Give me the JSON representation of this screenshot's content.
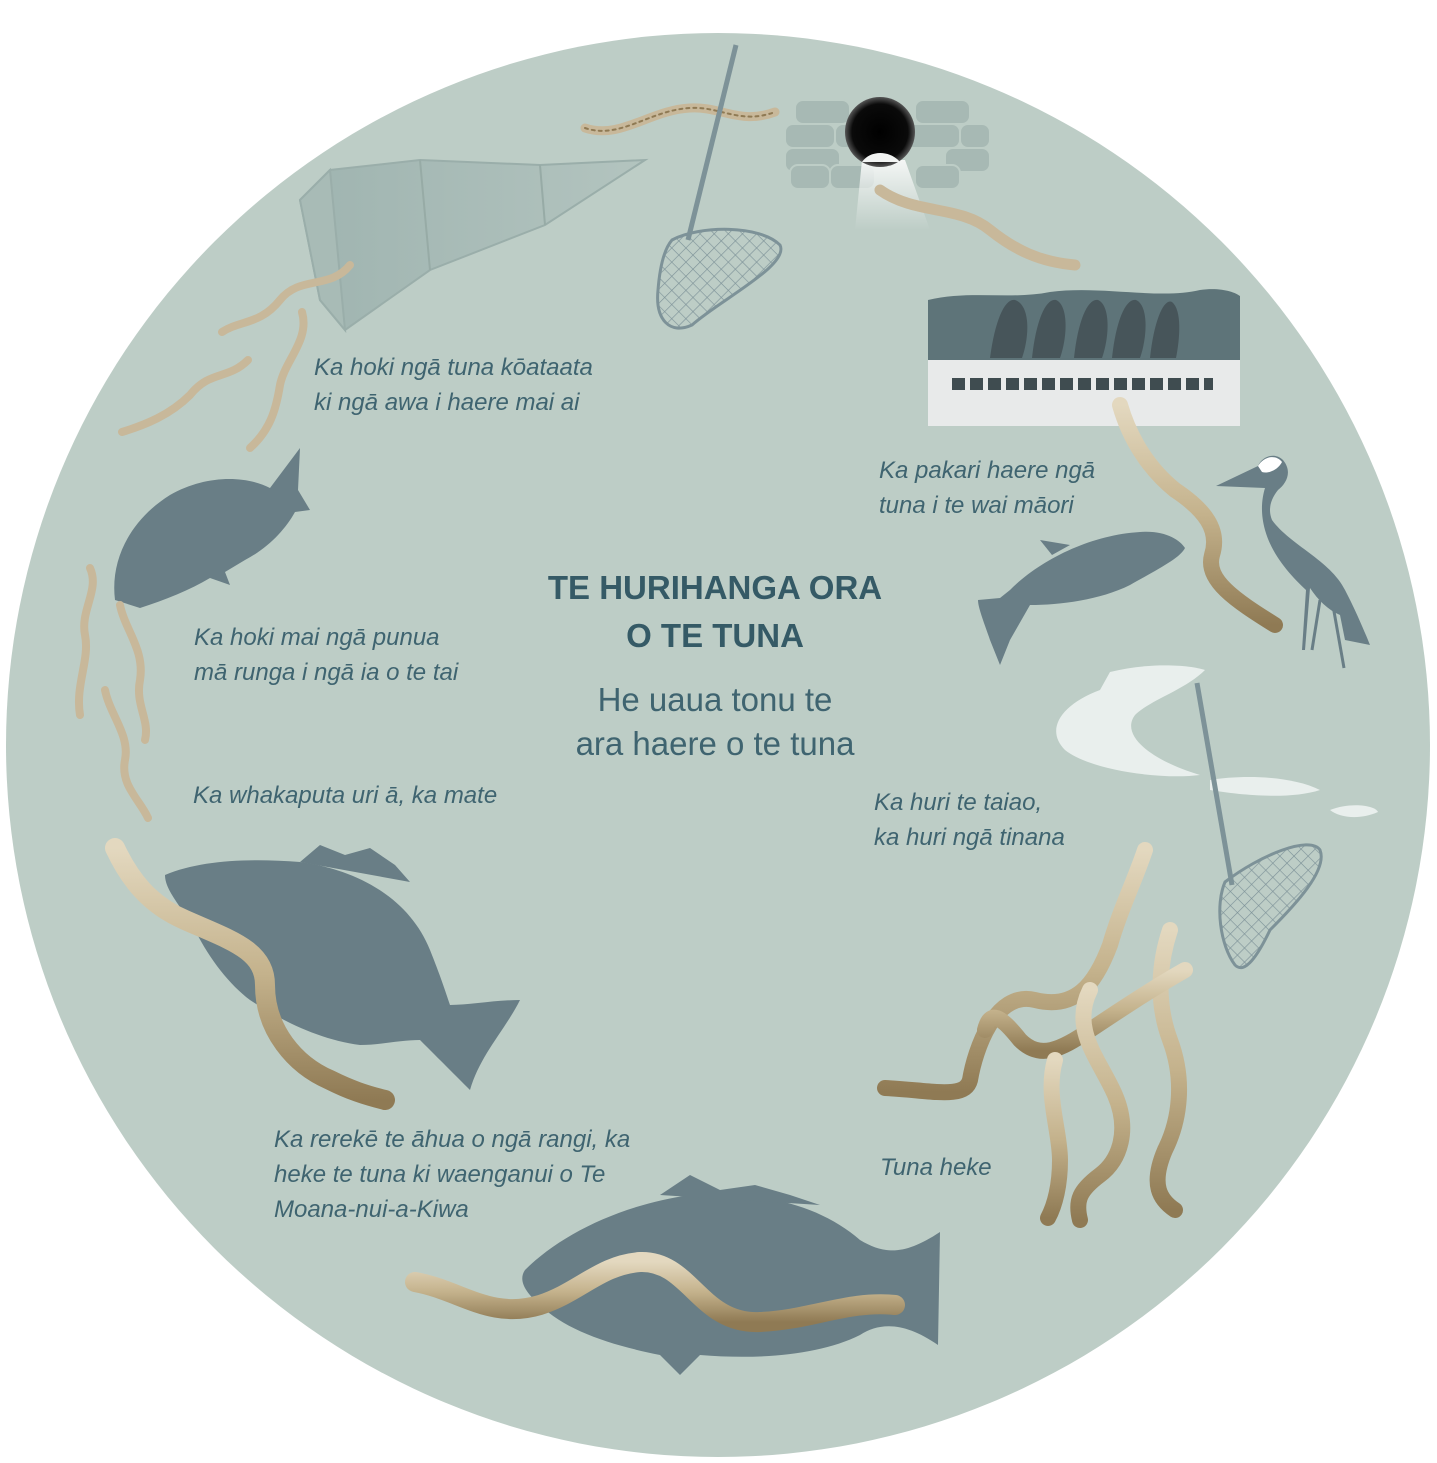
{
  "diagram": {
    "title": "TE HURIHANGA ORA\nO TE TUNA",
    "subtitle": "He uaua tonu te\nara haere o te tuna",
    "stages": [
      {
        "id": "glass-eels-return",
        "text": "Ka hoki ngā tuna kōataata\nki ngā awa i haere mai ai"
      },
      {
        "id": "grow-freshwater",
        "text": "Ka pakari haere ngā\ntuna i te wai māori"
      },
      {
        "id": "larvae-return",
        "text": "Ka hoki mai ngā punua\nmā runga i ngā ia o te tai"
      },
      {
        "id": "spawn-die",
        "text": "Ka whakaputa uri ā, ka mate"
      },
      {
        "id": "body-changes",
        "text": "Ka huri te taiao,\nka huri ngā tinana"
      },
      {
        "id": "migrate-pacific",
        "text": "Ka rerekē te āhua o ngā rangi, ka\nheke te tuna ki waenganui o Te\nMoana-nui-a-Kiwa"
      },
      {
        "id": "migrating-eels",
        "text": "Tuna heke"
      }
    ]
  },
  "colors": {
    "disc": "#bdcdc6",
    "silhouette": "#697e86",
    "eel_light": "#cdbf9f",
    "eel_dark": "#8a7550",
    "text": "#3f6470",
    "net": "#7d9298",
    "pipe_white": "#e8eaea",
    "dam_dark": "#5e7479"
  }
}
